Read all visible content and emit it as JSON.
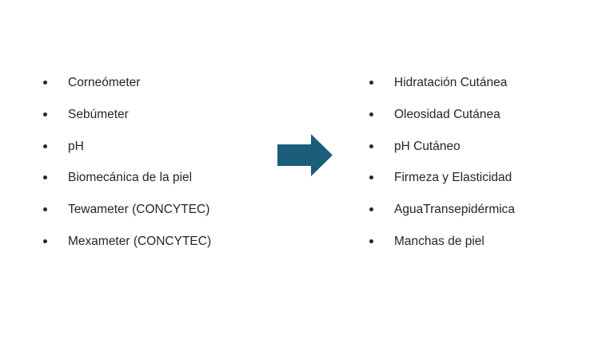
{
  "left_list": [
    "Corneómeter",
    "Sebúmeter",
    "pH",
    "Biomecánica de la piel",
    "Tewameter (CONCYTEC)",
    "Mexameter (CONCYTEC)"
  ],
  "right_list": [
    "Hidratación Cutánea",
    "Oleosidad Cutánea",
    "pH Cutáneo",
    "Firmeza y Elasticidad",
    "AguaTransepidérmica",
    "Manchas de piel"
  ],
  "colors": {
    "arrow": "#1b5e7b",
    "text": "#262626"
  }
}
